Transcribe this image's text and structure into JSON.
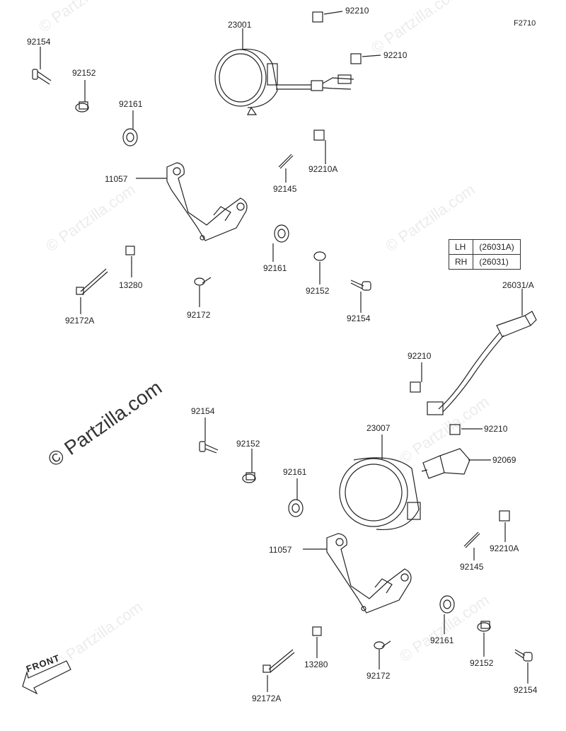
{
  "figure_code": "F2710",
  "watermarks": [
    "© Partzilla.com"
  ],
  "front_label": "FRONT",
  "legend": [
    {
      "side": "LH",
      "part": "(26031A)"
    },
    {
      "side": "RH",
      "part": "(26031)"
    }
  ],
  "labels": {
    "p23001": "23001",
    "p92210_a": "92210",
    "p92210_b": "92210",
    "p92154_a": "92154",
    "p92152_a": "92152",
    "p92161_a": "92161",
    "p92210A_a": "92210A",
    "p11057_a": "11057",
    "p92145_a": "92145",
    "p92161_b": "92161",
    "p13280_a": "13280",
    "p92152_b": "92152",
    "p92154_b": "92154",
    "p92172A_a": "92172A",
    "p92172_a": "92172",
    "p26031": "26031/A",
    "p92210_c": "92210",
    "p92154_c": "92154",
    "p92152_c": "92152",
    "p23007": "23007",
    "p92210_d": "92210",
    "p92069": "92069",
    "p92161_c": "92161",
    "p92210A_b": "92210A",
    "p11057_b": "11057",
    "p92145_b": "92145",
    "p92161_d": "92161",
    "p13280_b": "13280",
    "p92172_b": "92172",
    "p92152_d": "92152",
    "p92154_d": "92154",
    "p92172A_b": "92172A"
  }
}
